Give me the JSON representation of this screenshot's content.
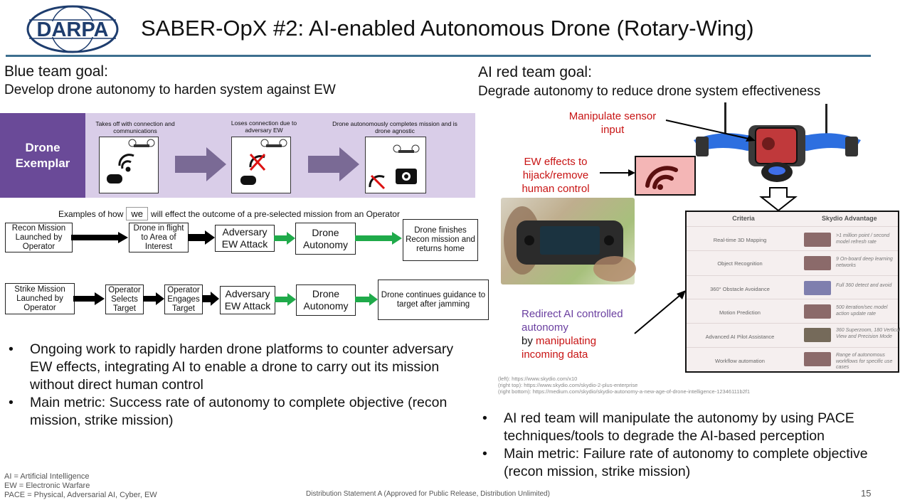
{
  "header": {
    "logo_text": "DARPA",
    "title": "SABER-OpX #2: AI-enabled Autonomous Drone (Rotary-Wing)"
  },
  "blue": {
    "heading": "Blue team goal:",
    "subheading": "Develop drone autonomy to harden system against EW",
    "exemplar_label": "Drone Exemplar",
    "steps": [
      "Takes off with connection and communications",
      "Loses connection due to adversary EW",
      "Drone autonomously completes mission and is drone agnostic"
    ],
    "examples_pre": "Examples of how",
    "examples_we": "we",
    "examples_post": "will effect the outcome of a pre-selected mission from an Operator",
    "recon_flow": [
      "Recon Mission Launched by Operator",
      "Drone in flight to Area of Interest",
      "Adversary EW Attack",
      "Drone Autonomy",
      "Drone finishes Recon mission and returns home"
    ],
    "strike_flow": [
      "Strike Mission Launched by Operator",
      "Operator Selects Target",
      "Operator Engages Target",
      "Adversary EW Attack",
      "Drone Autonomy",
      "Drone continues guidance to target after jamming"
    ],
    "bullets": [
      "Ongoing work to rapidly harden drone platforms to counter adversary EW effects, integrating AI to enable a drone to carry out its mission without direct human control",
      "Main metric: Success rate of autonomy to complete objective (recon mission, strike mission)"
    ]
  },
  "red": {
    "heading": "AI red team goal:",
    "subheading": "Degrade autonomy to reduce drone system effectiveness",
    "anno_sensor": "Manipulate sensor input",
    "anno_ew": "EW effects to hijack/remove human control",
    "anno_redirect_1": "Redirect AI controlled autonomy",
    "anno_redirect_by": "by",
    "anno_redirect_2": "manipulating incoming data",
    "table": {
      "col1": "Criteria",
      "col2": "Skydio Advantage",
      "rows": [
        {
          "criteria": "Real-time 3D Mapping",
          "advantage": ">1 million point / second model refresh rate"
        },
        {
          "criteria": "Object Recognition",
          "advantage": "9 On-board deep learning networks"
        },
        {
          "criteria": "360° Obstacle Avoidance",
          "advantage": "Full 360 detect and avoid"
        },
        {
          "criteria": "Motion Prediction",
          "advantage": "500 iteration/sec model action update rate"
        },
        {
          "criteria": "Advanced AI Pilot Assistance",
          "advantage": "360 Superzoom, 180 Vertical View and Precision Mode"
        },
        {
          "criteria": "Workflow automation",
          "advantage": "Range of autonomous workflows for specific use cases"
        }
      ]
    },
    "sources": [
      "(left): https://www.skydio.com/x10",
      "(right top): https://www.skydio.com/skydio-2-plus-enterprise",
      "(right bottom): https://medium.com/skydio/skydio-autonomy-a-new-age-of-drone-intelligence-12346111b2f1"
    ],
    "bullets": [
      "AI red team will manipulate the autonomy by using PACE techniques/tools to degrade the AI-based perception",
      "Main metric: Failure rate of autonomy to complete objective (recon mission, strike mission)"
    ]
  },
  "footnotes": [
    "AI = Artificial Intelligence",
    "EW = Electronic Warfare",
    "PACE = Physical, Adversarial AI, Cyber, EW"
  ],
  "footer": {
    "distribution": "Distribution Statement A (Approved for Public Release, Distribution Unlimited)",
    "page": "15"
  }
}
